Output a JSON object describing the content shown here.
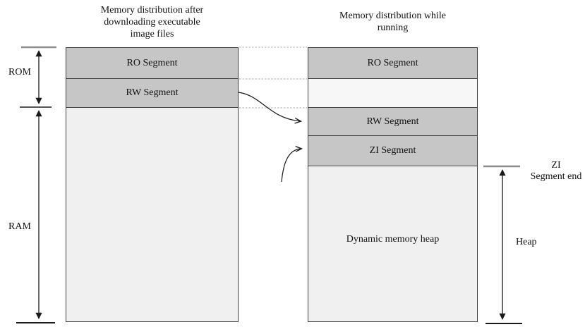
{
  "diagram": {
    "left_column": {
      "title": "Memory distribution after\ndownloading executable\nimage files",
      "segments": [
        {
          "label": "RO Segment"
        },
        {
          "label": "RW Segment"
        },
        {
          "label": ""
        }
      ]
    },
    "right_column": {
      "title": "Memory distribution while\nrunning",
      "segments": [
        {
          "label": "RO Segment"
        },
        {
          "label": ""
        },
        {
          "label": "RW Segment"
        },
        {
          "label": "ZI Segment"
        },
        {
          "label": "Dynamic memory heap"
        }
      ]
    },
    "side_labels": {
      "rom": "ROM",
      "ram": "RAM",
      "zi_end": "ZI\nSegment end",
      "heap": "Heap"
    },
    "colors": {
      "segment_fill": "#c6c6c6",
      "light_fill": "#f0f0f0",
      "gap_fill": "#f7f7f7",
      "border": "#404040",
      "dashed_line": "#bdbdbd",
      "arrow": "#1a1a1a",
      "tick_gray": "#8c8c8c"
    }
  }
}
